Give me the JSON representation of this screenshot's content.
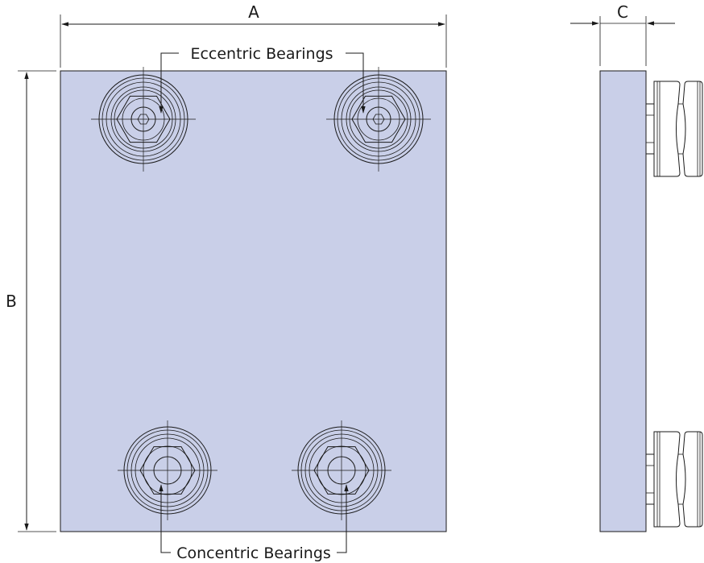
{
  "dimensions": {
    "a": "A",
    "b": "B",
    "c": "C"
  },
  "callouts": {
    "eccentric": "Eccentric Bearings",
    "concentric": "Concentric Bearings"
  },
  "colors": {
    "plate": "#c9cfe8",
    "outline": "#1a1a1a",
    "bearing_hub": "#dce0ef"
  }
}
